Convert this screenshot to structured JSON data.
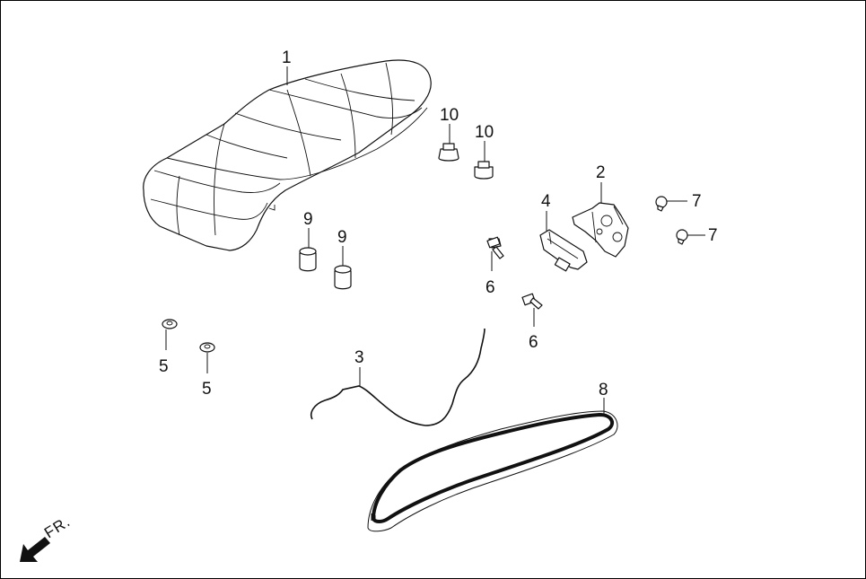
{
  "diagram": {
    "parts": [
      {
        "id": "seat",
        "callout": "1",
        "icon": "seat-icon"
      },
      {
        "id": "lock",
        "callout": "2",
        "icon": "seat-lock-icon"
      },
      {
        "id": "cable",
        "callout": "3",
        "icon": "cable-icon"
      },
      {
        "id": "bracket",
        "callout": "4",
        "icon": "bracket-icon"
      },
      {
        "id": "grommet",
        "callout": "5",
        "icon": "grommet-icon"
      },
      {
        "id": "bolt",
        "callout": "6",
        "icon": "bolt-icon"
      },
      {
        "id": "screw",
        "callout": "7",
        "icon": "screw-icon"
      },
      {
        "id": "seal",
        "callout": "8",
        "icon": "seal-icon"
      },
      {
        "id": "cushion",
        "callout": "9",
        "icon": "rubber-cushion-icon"
      },
      {
        "id": "clip",
        "callout": "10",
        "icon": "clip-icon"
      }
    ],
    "labels": {
      "c1": "1",
      "c2": "2",
      "c3": "3",
      "c4": "4",
      "c5a": "5",
      "c5b": "5",
      "c6a": "6",
      "c6b": "6",
      "c7a": "7",
      "c7b": "7",
      "c8": "8",
      "c9a": "9",
      "c9b": "9",
      "c10a": "10",
      "c10b": "10"
    },
    "direction": {
      "label": "FR.",
      "icon": "front-arrow-icon"
    }
  }
}
